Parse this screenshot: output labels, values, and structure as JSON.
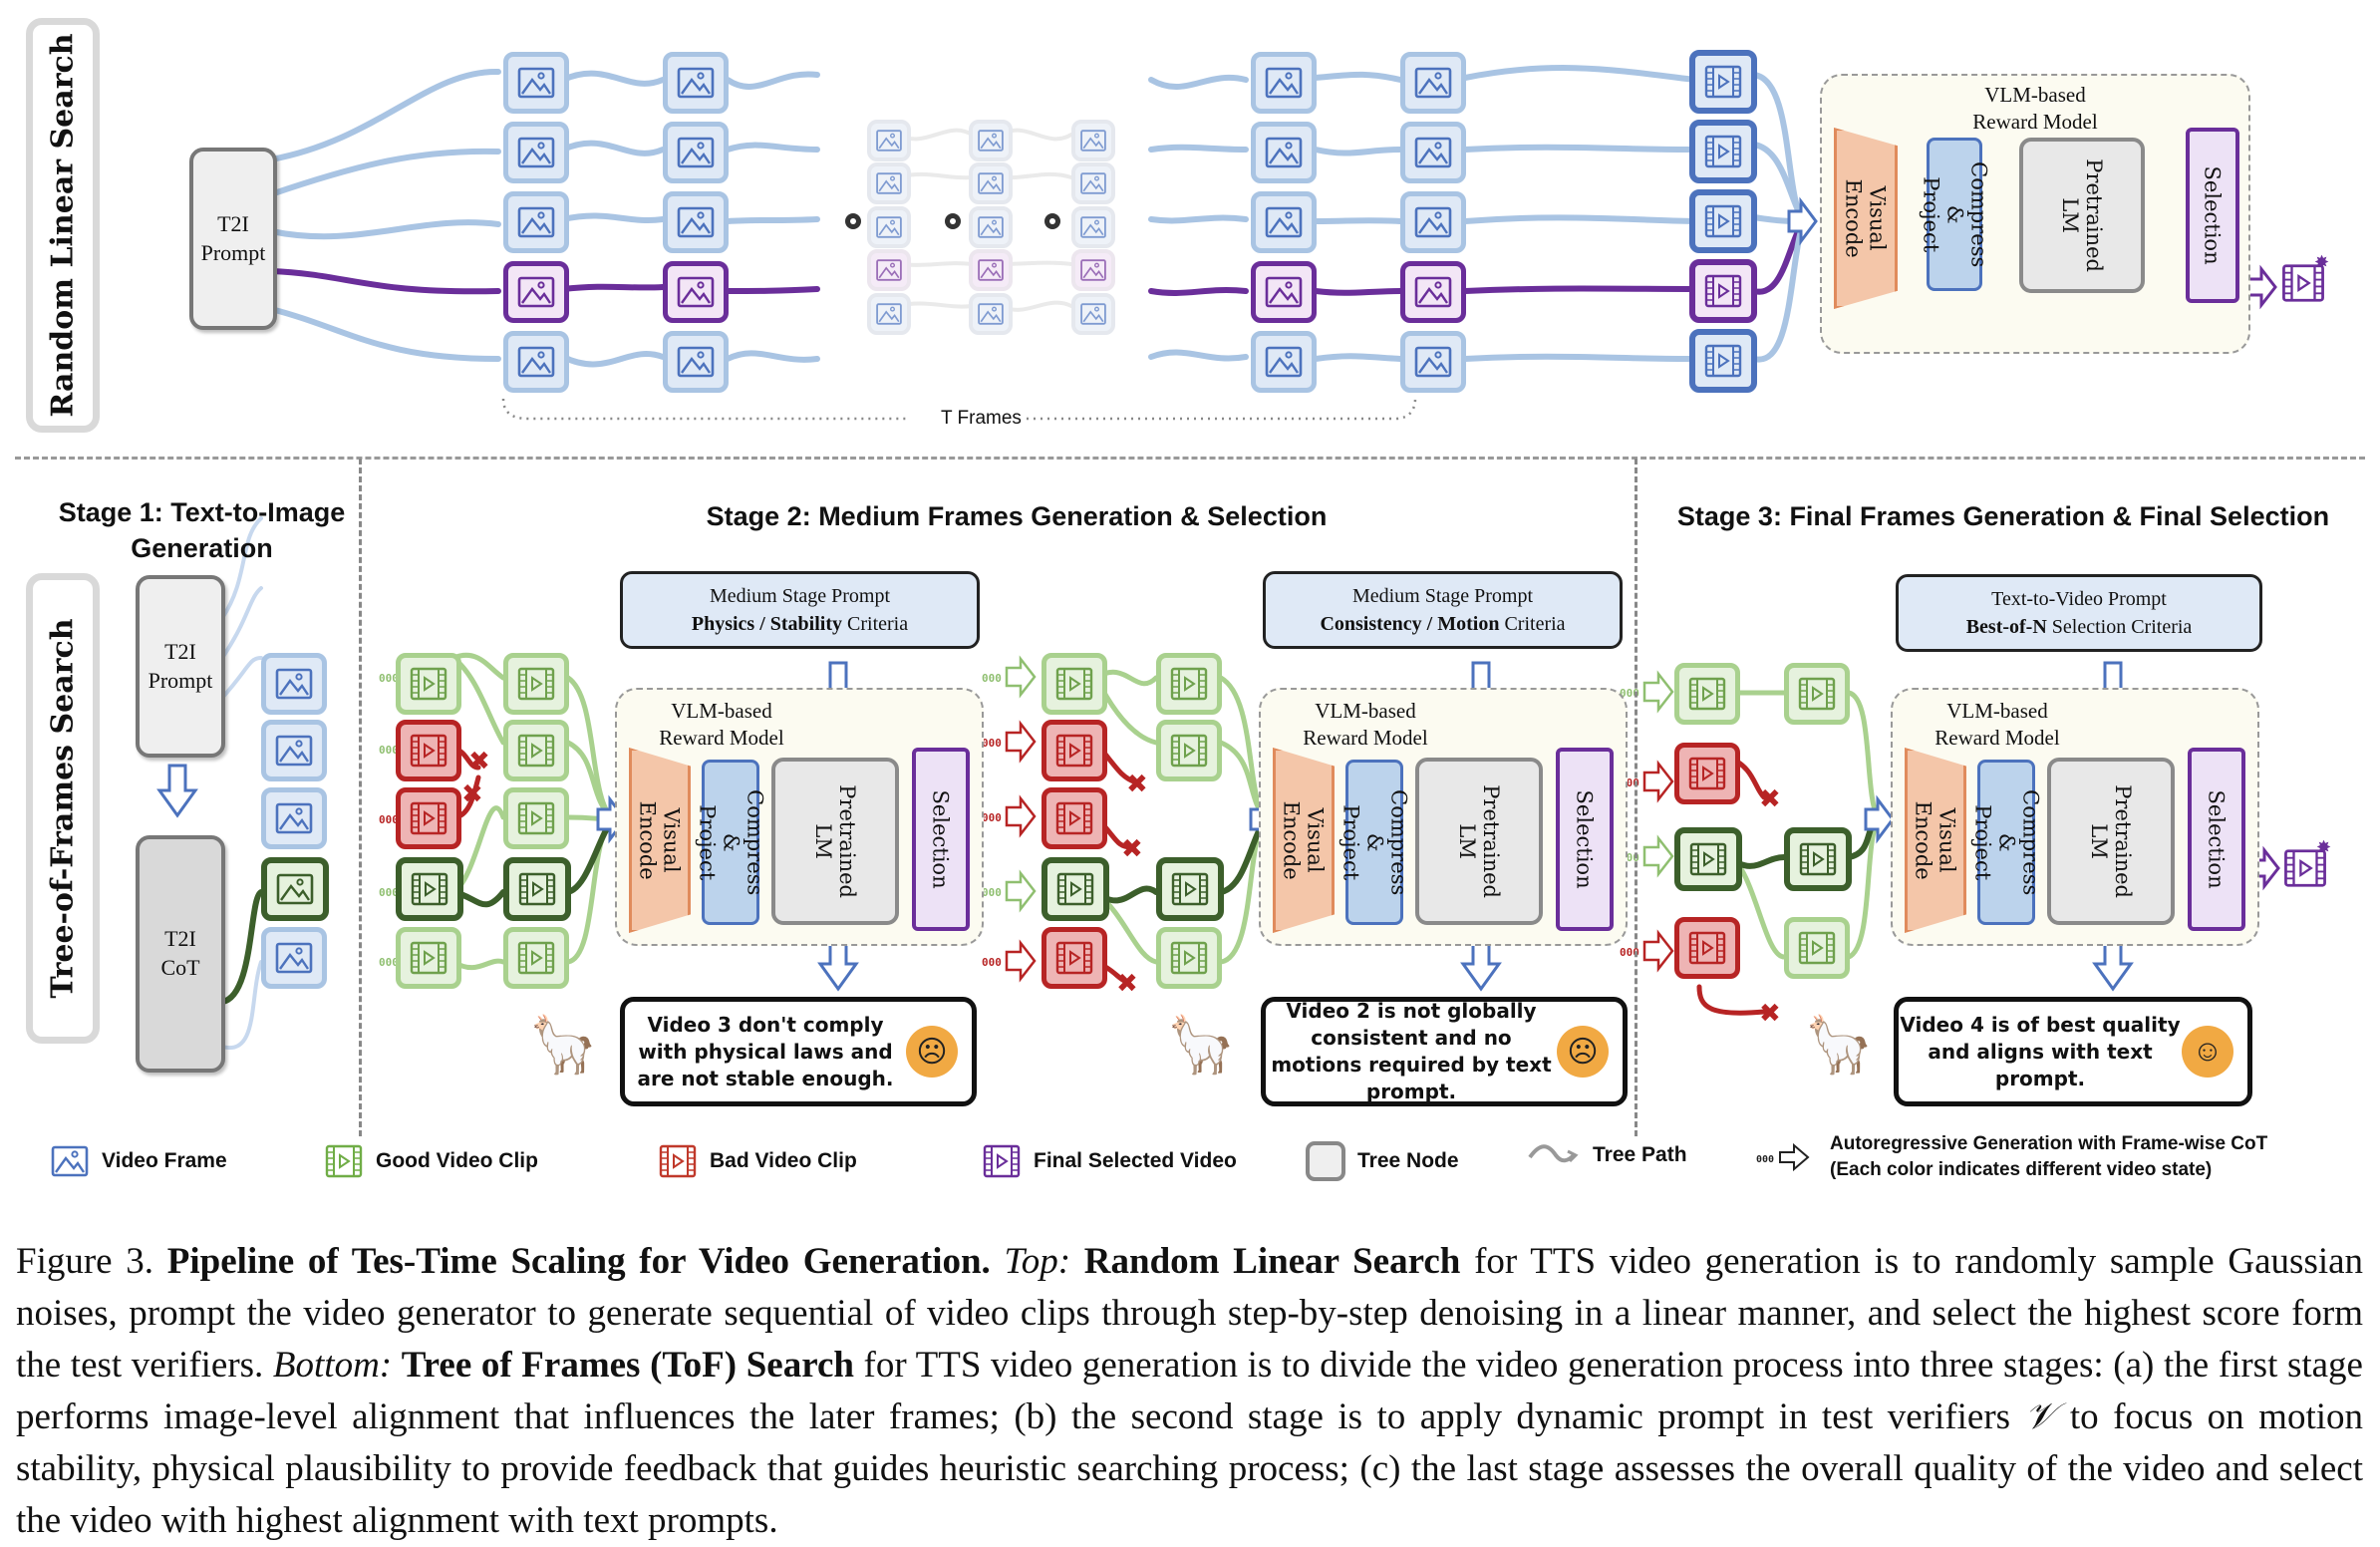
{
  "top": {
    "section_label": "Random Linear Search",
    "prompt_node": "T2I\nPrompt",
    "frames_label": "T Frames",
    "reward_model": {
      "title_line1": "VLM-based",
      "title_line2": "Reward Model",
      "visual_encode": "Visual\nEncode",
      "compress_project": "Compress &\nProject",
      "pretrained_lm": "Pretrained\nLM",
      "selection": "Selection"
    }
  },
  "bottom": {
    "section_label": "Tree-of-Frames Search",
    "stage1": {
      "title_line1": "Stage 1: Text-to-Image",
      "title_line2": "Generation",
      "prompt_node": "T2I\nPrompt",
      "cot_node": "T2I\nCoT"
    },
    "stage2": {
      "title": "Stage 2: Medium Frames Generation & Selection",
      "prompt_a": {
        "line1": "Medium Stage Prompt",
        "bold": "Physics / Stability",
        "rest": " Criteria"
      },
      "prompt_b": {
        "line1": "Medium Stage Prompt",
        "bold": "Consistency / Motion",
        "rest": " Criteria"
      },
      "bubble_a": "Video 3 don't comply with physical laws and are not stable enough.",
      "bubble_b": "Video 2 is not globally consistent and no motions required by text prompt."
    },
    "stage3": {
      "title": "Stage 3: Final Frames Generation & Final Selection",
      "prompt": {
        "line1": "Text-to-Video Prompt",
        "bold": "Best-of-N",
        "rest": " Selection Criteria"
      },
      "bubble": "Video 4 is of best quality and aligns with text prompt."
    },
    "reward_model": {
      "title_line1": "VLM-based",
      "title_line2": "Reward Model",
      "visual_encode": "Visual\nEncode",
      "compress_project": "Compress &\nProject",
      "pretrained_lm": "Pretrained\nLM",
      "selection": "Selection"
    },
    "ar_marker": "000"
  },
  "legend": [
    {
      "icon": "video-frame-icon",
      "label": "Video Frame"
    },
    {
      "icon": "good-video-clip-icon",
      "label": "Good Video Clip"
    },
    {
      "icon": "bad-video-clip-icon",
      "label": "Bad Video Clip"
    },
    {
      "icon": "final-selected-video-icon",
      "label": "Final Selected Video"
    },
    {
      "icon": "tree-node-icon",
      "label": "Tree Node"
    },
    {
      "icon": "tree-path-icon",
      "label": "Tree Path"
    },
    {
      "icon": "autoregressive-arrow-icon",
      "label": "Autoregressive Generation with Frame-wise CoT",
      "sublabel": "(Each color indicates different video state)"
    }
  ],
  "caption": {
    "prefix": "Figure 3. ",
    "title": "Pipeline of Tes-Time Scaling for Video Generation.",
    "top_label": "Top:",
    "top_bold": "Random Linear Search",
    "top_text": " for TTS video generation is to randomly sample Gaussian noises, prompt the video generator to generate sequential of video clips through step-by-step denoising in a linear manner, and select the highest score form the test verifiers. ",
    "bottom_label": "Bottom:",
    "bottom_bold": "Tree of Frames (ToF) Search",
    "bottom_text": " for TTS video generation is to divide the video generation process into three stages: (a) the first stage performs image-level alignment that influences the later frames; (b) the second stage is to apply dynamic prompt in test verifiers ",
    "verifier_symbol": "𝒱",
    "bottom_text2": " to focus on motion stability, physical plausibility to provide feedback that guides heuristic searching process; (c) the last stage assesses the overall quality of the video and select the video with highest alignment with text prompts."
  },
  "colors": {
    "frame_blue": "#4c72bd",
    "path_blue": "#a9c4e3",
    "selected_purple": "#6a2e9a",
    "good_green": "#a9d18e",
    "good_dark_green": "#3c5f2b",
    "bad_red": "#b72424",
    "encoder_orange": "#f4c6a9",
    "reward_bg": "#fcfbf1"
  }
}
